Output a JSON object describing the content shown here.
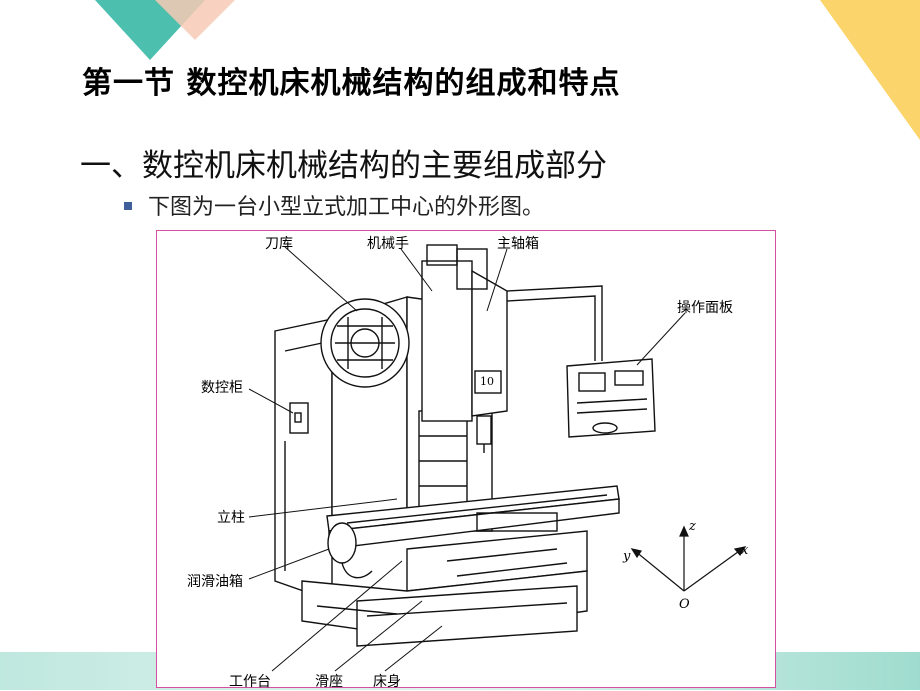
{
  "slide": {
    "title": "第一节 数控机床机械结构的组成和特点",
    "heading": "一、数控机床机械结构的主要组成部分",
    "bullet": "下图为一台小型立式加工中心的外形图。"
  },
  "figure": {
    "labels": {
      "tool_magazine": "刀库",
      "manipulator": "机械手",
      "spindle_box": "主轴箱",
      "control_panel": "操作面板",
      "nc_cabinet": "数控柜",
      "column": "立柱",
      "lube_tank": "润滑油箱",
      "worktable": "工作台",
      "slide_saddle": "滑座",
      "bed": "床身"
    },
    "spindle_number": "10",
    "axes": {
      "z": "z",
      "y": "y",
      "x": "x",
      "origin": "O"
    }
  },
  "colors": {
    "teal": "#4dbfae",
    "peach": "#f7c9b5",
    "yellow": "#fbd46b",
    "bullet": "#3f5f9a",
    "frame": "#d34fa0"
  }
}
